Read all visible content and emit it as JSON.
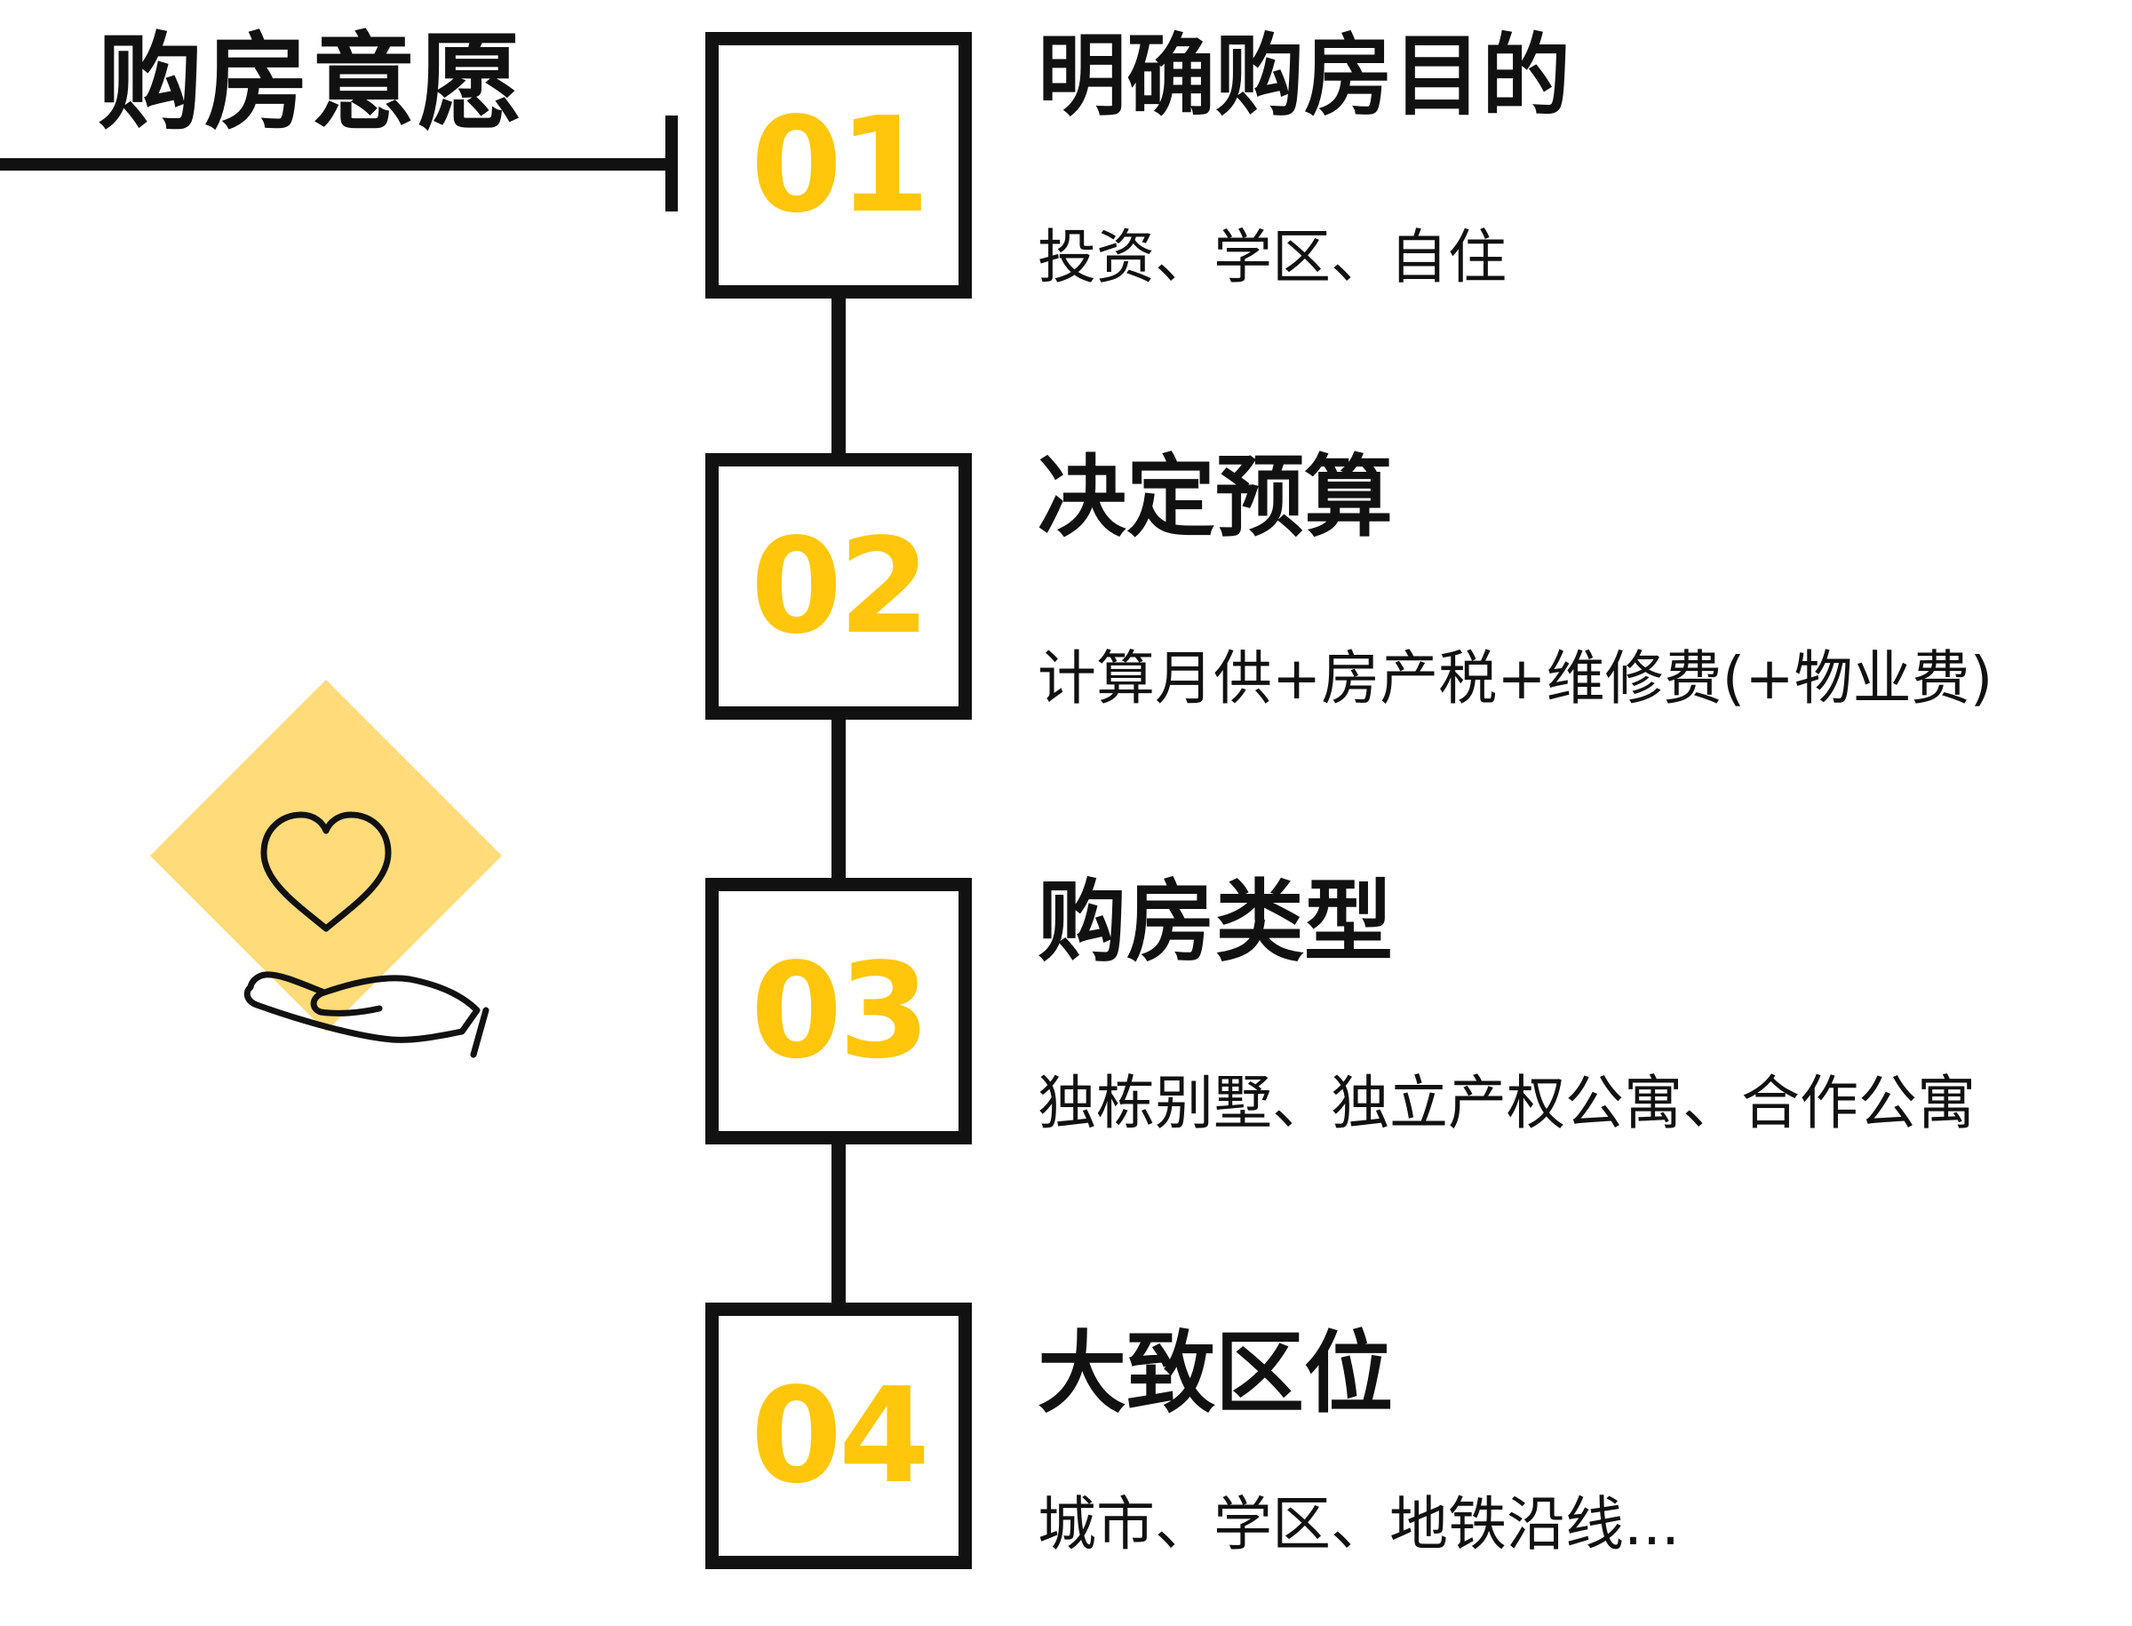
{
  "title": "购房意愿",
  "colors": {
    "accent": "#FFC60B",
    "diamond": "#FFDB7A",
    "ink": "#111111"
  },
  "icon": "heart-in-hand-icon",
  "steps": [
    {
      "number": "01",
      "heading": "明确购房目的",
      "description": "投资、学区、自住"
    },
    {
      "number": "02",
      "heading": "决定预算",
      "description": "计算月供+房产税+维修费(+物业费)"
    },
    {
      "number": "03",
      "heading": "购房类型",
      "description": "独栋别墅、独立产权公寓、合作公寓"
    },
    {
      "number": "04",
      "heading": "大致区位",
      "description": "城市、学区、地铁沿线..."
    }
  ]
}
